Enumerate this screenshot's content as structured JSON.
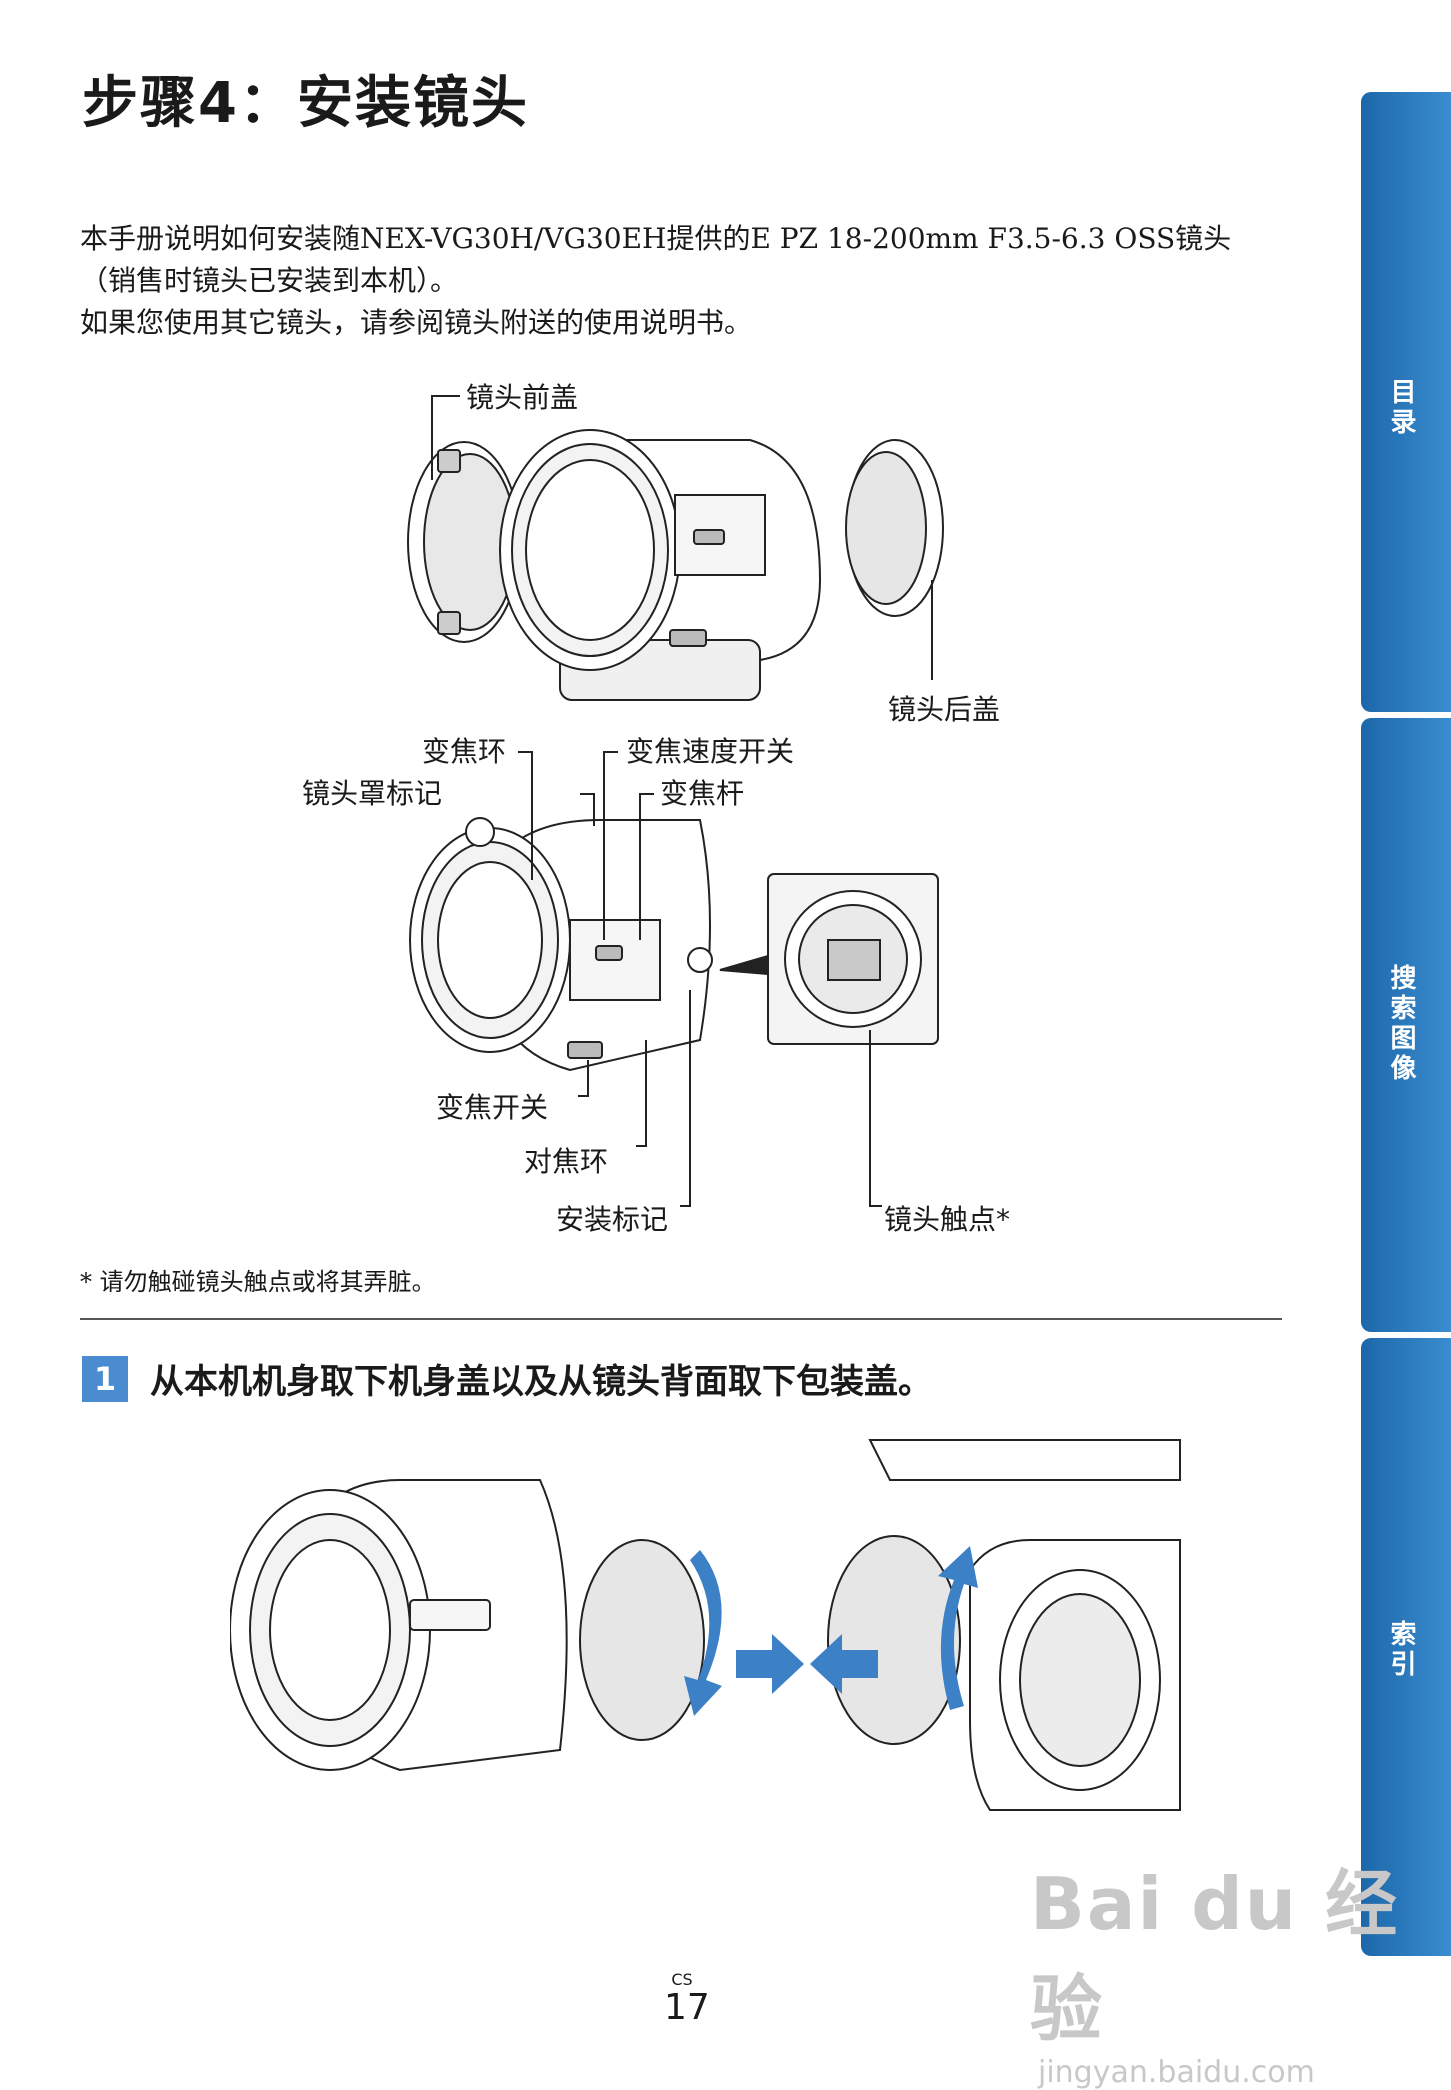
{
  "page": {
    "title": "步骤4：安装镜头",
    "intro": [
      "本手册说明如何安装随NEX-VG30H/VG30EH提供的E PZ 18-200mm F3.5-6.3 OSS镜头",
      "（销售时镜头已安装到本机）。",
      "如果您使用其它镜头，请参阅镜头附送的使用说明书。"
    ],
    "footnote": "* 请勿触碰镜头触点或将其弄脏。",
    "page_lang": "CS",
    "page_number": "17"
  },
  "sidebar": {
    "tabs": [
      {
        "label": "目录"
      },
      {
        "label": "搜索图像"
      },
      {
        "label": "索引"
      }
    ],
    "color": "#2a7bc4"
  },
  "figure1": {
    "front_cap": "镜头前盖",
    "rear_cap": "镜头后盖"
  },
  "figure2": {
    "zoom_ring": "变焦环",
    "hood_mark": "镜头罩标记",
    "zoom_speed_switch": "变焦速度开关",
    "zoom_lever": "变焦杆",
    "zoom_switch": "变焦开关",
    "focus_ring": "对焦环",
    "mount_mark": "安装标记",
    "lens_contacts": "镜头触点*"
  },
  "step1": {
    "number": "1",
    "text": "从本机机身取下机身盖以及从镜头背面取下包装盖。"
  },
  "watermark": {
    "brand": "Bai du 经验",
    "url": "jingyan.baidu.com"
  }
}
